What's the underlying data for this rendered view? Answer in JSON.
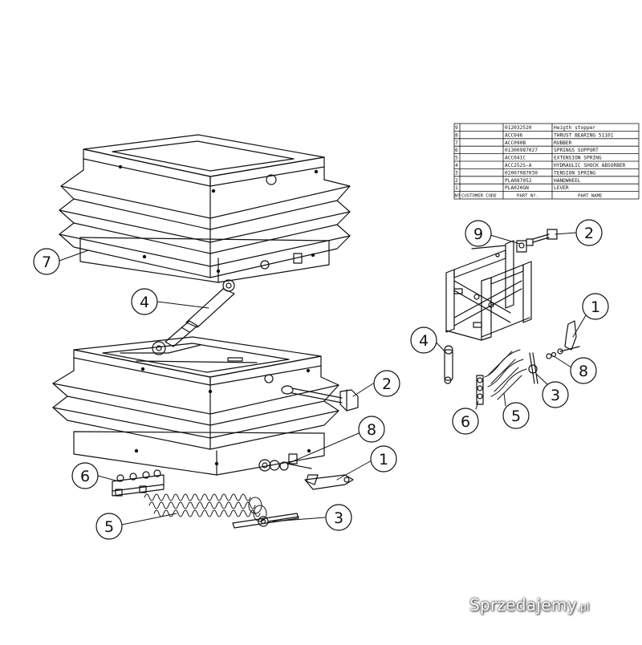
{
  "parts_table": {
    "header": {
      "index": "Nº",
      "code": "CUSTOMER CODE",
      "part_no": "PART Nº.",
      "name": "PART NAME"
    },
    "rows": [
      {
        "index": "9",
        "code": "",
        "part_no": "012032520",
        "name": "Heigth stopper"
      },
      {
        "index": "8",
        "code": "",
        "part_no": "ACC046",
        "name": "THRUST BEARING 51101"
      },
      {
        "index": "7",
        "code": "",
        "part_no": "ACC090B",
        "name": "RUBBER"
      },
      {
        "index": "6",
        "code": "",
        "part_no": "01300987027",
        "name": "SPRINGS SUPPORT"
      },
      {
        "index": "5",
        "code": "",
        "part_no": "ACC041C",
        "name": "EXTENSION SPRING"
      },
      {
        "index": "4",
        "code": "",
        "part_no": "ACC252S-A",
        "name": "HYDRAULIC SHOCK ABSORBER"
      },
      {
        "index": "3",
        "code": "",
        "part_no": "02007987030",
        "name": "TENSION SPRING"
      },
      {
        "index": "2",
        "code": "",
        "part_no": "PLA087052",
        "name": "HANDWHEEL"
      },
      {
        "index": "1",
        "code": "",
        "part_no": "PLA020GN",
        "name": "LEVER"
      }
    ]
  },
  "callouts": {
    "left": [
      "7",
      "4",
      "2",
      "8",
      "1",
      "6",
      "5",
      "3"
    ],
    "right": [
      "9",
      "2",
      "1",
      "4",
      "8",
      "3",
      "6",
      "5"
    ]
  },
  "watermark": {
    "brand": "Sprzedajemy",
    "suffix": ".pl"
  },
  "colors": {
    "line": "#111111",
    "watermark": "#ffffff"
  }
}
